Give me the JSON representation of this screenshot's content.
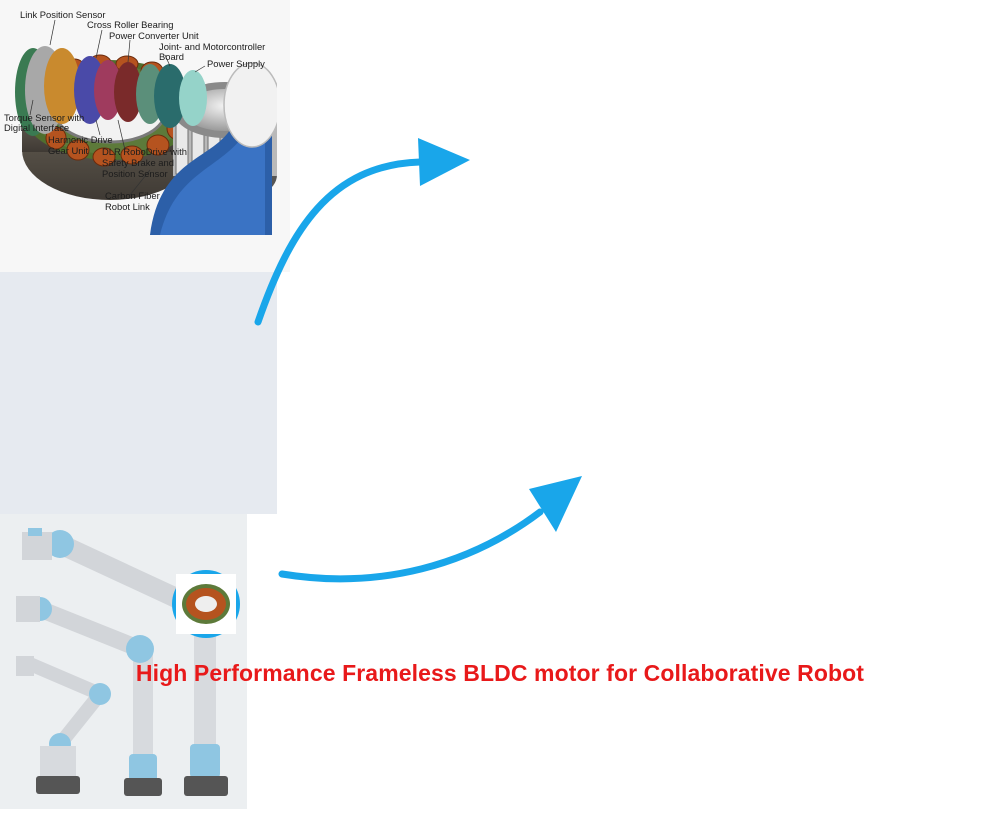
{
  "caption": "High Performance Frameless BLDC motor for Collaborative Robot",
  "exploded_view": {
    "labels": {
      "link_position_sensor": "Link Position Sensor",
      "cross_roller_bearing": "Cross Roller Bearing",
      "power_converter_unit": "Power Converter Unit",
      "joint_controller_1": "Joint- and Motorcontroller",
      "joint_controller_2": "Board",
      "power_supply": "Power Supply",
      "torque_sensor_1": "Torque Sensor with",
      "torque_sensor_2": "Digital Interface",
      "harmonic_drive_1": "Harmonic Drive",
      "harmonic_drive_2": "Gear Unit",
      "robodrive_1": "DLR RoboDrive with",
      "robodrive_2": "Safety Brake and",
      "robodrive_3": "Position Sensor",
      "carbon_link_1": "Carbon Fiber",
      "carbon_link_2": "Robot Link"
    }
  },
  "colors": {
    "arrow": "#19a6ea",
    "caption": "#e8191a",
    "robot_blue": "#8fc6e2",
    "copper": "#b5531f",
    "stator_green": "#5d7a3a"
  },
  "icons": {
    "arrow_up": "curved-arrow-icon",
    "arrow_down": "curved-arrow-icon"
  }
}
